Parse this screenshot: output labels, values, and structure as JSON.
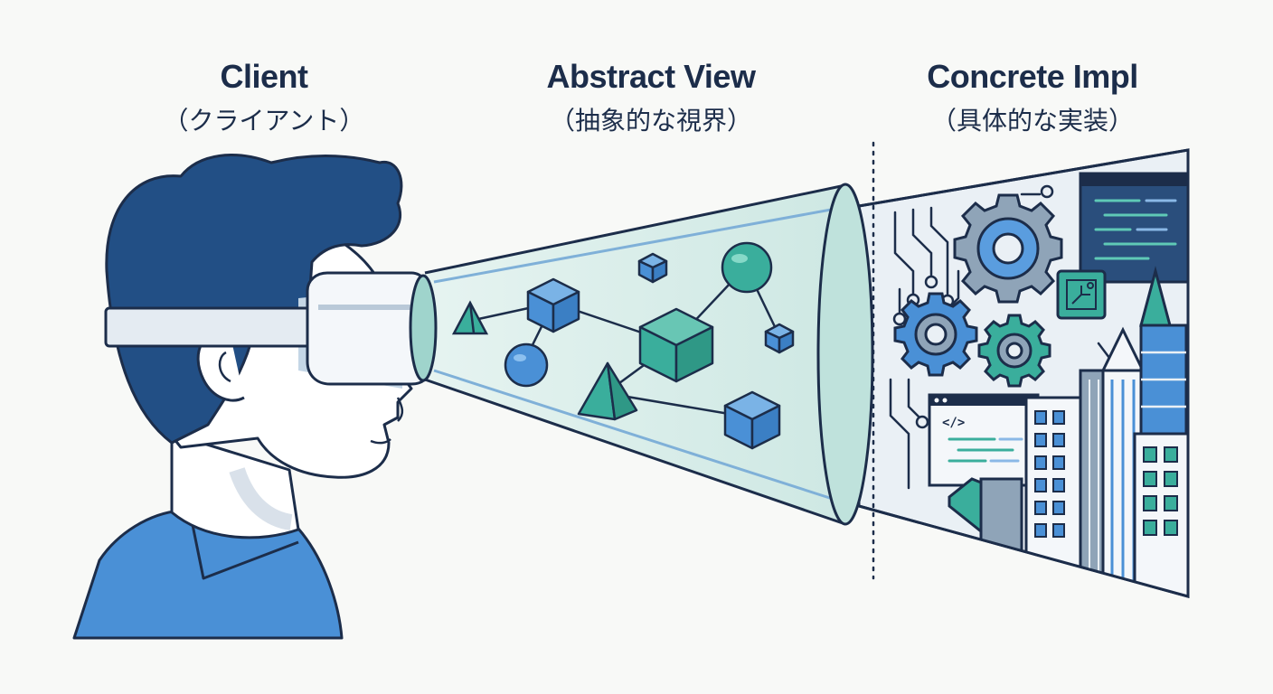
{
  "labels": {
    "client": {
      "title": "Client",
      "subtitle": "（クライアント）"
    },
    "abstract": {
      "title": "Abstract View",
      "subtitle": "（抽象的な視界）"
    },
    "concrete": {
      "title": "Concrete Impl",
      "subtitle": "（具体的な実装）"
    }
  },
  "screen": {
    "code_tag": "</>"
  },
  "colors": {
    "navy": "#1c2d4a",
    "hair": "#224f85",
    "shirt": "#4a90d6",
    "skin": "#ffffff",
    "teal": "#3aae9c",
    "blue": "#4a90d6",
    "cone": "#d4ece8",
    "panel": "#e8eef4"
  }
}
